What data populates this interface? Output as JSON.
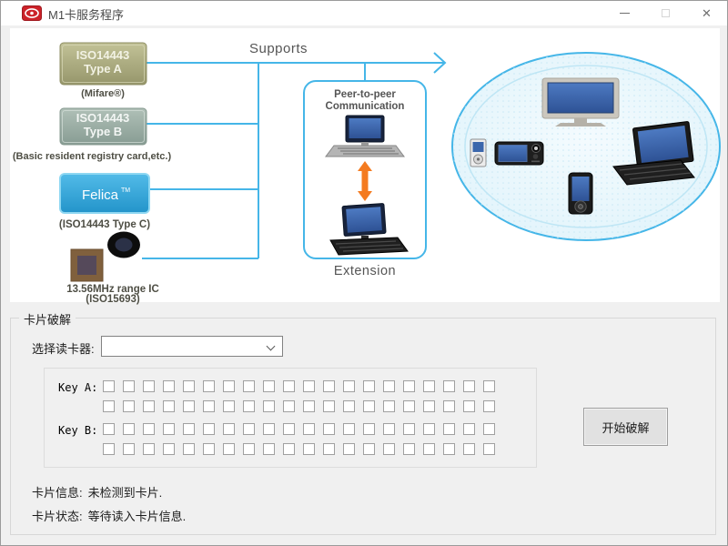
{
  "window": {
    "title": "M1卡服务程序",
    "close_glyph": "✕"
  },
  "diagram": {
    "supports_label": "Supports",
    "extension_label": "Extension",
    "p2p_line1": "Peer-to-peer",
    "p2p_line2": "Communication",
    "type_a": {
      "line1": "ISO14443",
      "line2": "Type A",
      "caption": "(Mifare®)"
    },
    "type_b": {
      "line1": "ISO14443",
      "line2": "Type B",
      "caption": "(Basic resident registry card,etc.)"
    },
    "felica": {
      "label": "Felica",
      "tm": "TM",
      "caption": "(ISO14443 Type C)"
    },
    "ic": {
      "caption1": "13.56MHz range IC",
      "caption2": "(ISO15693)"
    },
    "colors": {
      "connector_blue": "#45b6e8",
      "arrow_orange": "#f47b20",
      "screen_blue": "#3b66ac",
      "felica_blue": "#35a8dc"
    }
  },
  "panel": {
    "group_title": "卡片破解",
    "reader_label": "选择读卡器:",
    "reader_value": "",
    "key_a_label": "Key A:",
    "key_b_label": "Key B:",
    "grid": {
      "cols": 20,
      "rows_per_key": 2,
      "all_unchecked": true
    },
    "start_button_label": "开始破解",
    "info_label": "卡片信息:",
    "info_value": "未检测到卡片.",
    "status_label": "卡片状态:",
    "status_value": "等待读入卡片信息."
  }
}
